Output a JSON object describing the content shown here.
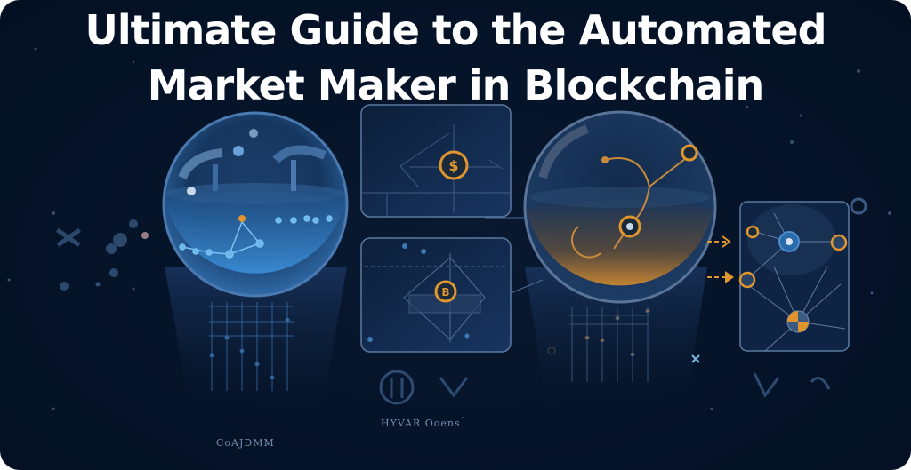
{
  "title": {
    "line1": "Ultimate Guide to the Automated",
    "line2": "Market Maker in Blockchain"
  },
  "illustration": {
    "description": "Dark navy blockchain illustration with two glass orbs, node network panels, coin icons and dashed arrows",
    "elements": [
      {
        "name": "blue-glass-orb",
        "icon": "orb-icon"
      },
      {
        "name": "network-panel-top",
        "icon": "dollar-coin-icon"
      },
      {
        "name": "network-panel-bottom",
        "icon": "bitcoin-coin-icon"
      },
      {
        "name": "amber-glass-orb",
        "icon": "orb-icon"
      },
      {
        "name": "network-card-right",
        "icon": "network-hub-icon"
      },
      {
        "name": "dashed-arrow",
        "icon": "arrow-right-icon"
      }
    ],
    "captions": {
      "left": "CoAJDMM",
      "center": "HYVAR Ooens"
    }
  },
  "colors": {
    "background": "#041126",
    "title": "#ffffff",
    "accent_blue": "#3a8fd6",
    "accent_amber": "#e0962e",
    "panel_line": "#5a7aa0"
  }
}
